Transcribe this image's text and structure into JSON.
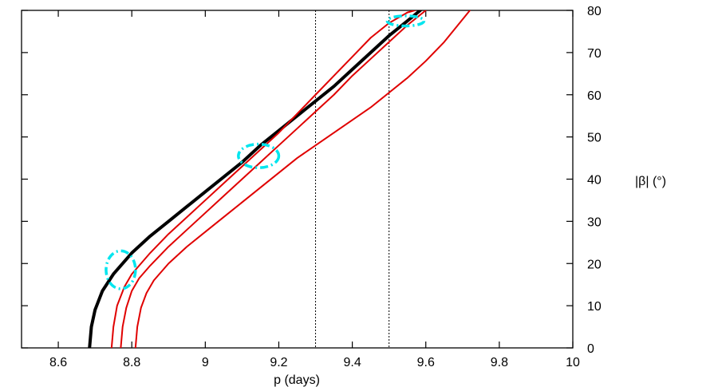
{
  "chart_data": {
    "type": "line",
    "title": "",
    "xlabel": "p (days)",
    "ylabel": "|β| (°)",
    "xlim": [
      8.5,
      10
    ],
    "ylim": [
      0,
      80
    ],
    "x_ticks": [
      "8.6",
      "8.8",
      "9",
      "9.2",
      "9.4",
      "9.6",
      "9.8",
      "10"
    ],
    "y_ticks": [
      "0",
      "10",
      "20",
      "30",
      "40",
      "50",
      "60",
      "70",
      "80"
    ],
    "y_axis_side": "right",
    "grid": false,
    "legend": "none",
    "vertical_lines": [
      {
        "x": 9.3,
        "style": "dotted",
        "color": "#000000"
      },
      {
        "x": 9.5,
        "style": "dotted",
        "color": "#000000"
      }
    ],
    "series": [
      {
        "color": "#000000",
        "style": "thick",
        "x": [
          8.685,
          8.69,
          8.7,
          8.72,
          8.75,
          8.8,
          8.85,
          8.9,
          8.95,
          9.0,
          9.05,
          9.1,
          9.15,
          9.2,
          9.25,
          9.3,
          9.35,
          9.4,
          9.45,
          9.5,
          9.55,
          9.585
        ],
        "y": [
          0,
          5,
          9,
          13.5,
          17.5,
          22.5,
          26.5,
          30,
          33.5,
          37,
          40.5,
          44,
          48,
          51.5,
          55,
          58.5,
          62,
          66,
          70,
          74,
          77.5,
          80
        ]
      },
      {
        "color": "#e00000",
        "style": "thin",
        "x": [
          8.745,
          8.75,
          8.76,
          8.78,
          8.8,
          8.85,
          8.9,
          8.95,
          9.0,
          9.05,
          9.1,
          9.15,
          9.2,
          9.25,
          9.3,
          9.35,
          9.4,
          9.45,
          9.5,
          9.55,
          9.57
        ],
        "y": [
          0,
          5,
          10,
          14.5,
          17.5,
          22.5,
          27,
          31,
          35,
          39,
          43,
          47,
          51,
          55.5,
          60,
          64.5,
          69,
          73.5,
          77,
          79.5,
          80
        ]
      },
      {
        "color": "#e00000",
        "style": "thin",
        "x": [
          8.77,
          8.775,
          8.785,
          8.8,
          8.82,
          8.85,
          8.9,
          8.95,
          9.0,
          9.05,
          9.1,
          9.15,
          9.2,
          9.25,
          9.3,
          9.35,
          9.4,
          9.45,
          9.5,
          9.55,
          9.6
        ],
        "y": [
          0,
          5,
          9.5,
          13.5,
          16.5,
          19.5,
          24,
          28,
          32,
          36,
          40,
          44,
          48,
          52,
          56,
          60,
          64.5,
          68.5,
          72.5,
          76.5,
          80
        ]
      },
      {
        "color": "#e00000",
        "style": "thin",
        "x": [
          8.81,
          8.815,
          8.825,
          8.84,
          8.86,
          8.9,
          8.95,
          9.0,
          9.05,
          9.1,
          9.15,
          9.2,
          9.25,
          9.3,
          9.35,
          9.4,
          9.45,
          9.5,
          9.55,
          9.6,
          9.65,
          9.72
        ],
        "y": [
          0,
          5,
          9.5,
          13,
          16,
          20,
          24,
          27.5,
          31,
          34.5,
          38,
          41.5,
          45,
          48,
          51,
          54,
          57,
          60.5,
          64,
          68,
          72.5,
          80
        ]
      }
    ],
    "annotations": [
      {
        "shape": "ellipse",
        "cx": 8.77,
        "cy": 18.5,
        "rx": 0.04,
        "ry": 4.5,
        "color": "#00e5ee",
        "style": "dash-dot"
      },
      {
        "shape": "ellipse",
        "cx": 9.145,
        "cy": 45.5,
        "rx": 0.055,
        "ry": 2.8,
        "color": "#00e5ee",
        "style": "dash-dot"
      },
      {
        "shape": "ellipse",
        "cx": 9.545,
        "cy": 77.5,
        "rx": 0.05,
        "ry": 1.2,
        "color": "#00e5ee",
        "style": "dash-dot"
      }
    ]
  }
}
